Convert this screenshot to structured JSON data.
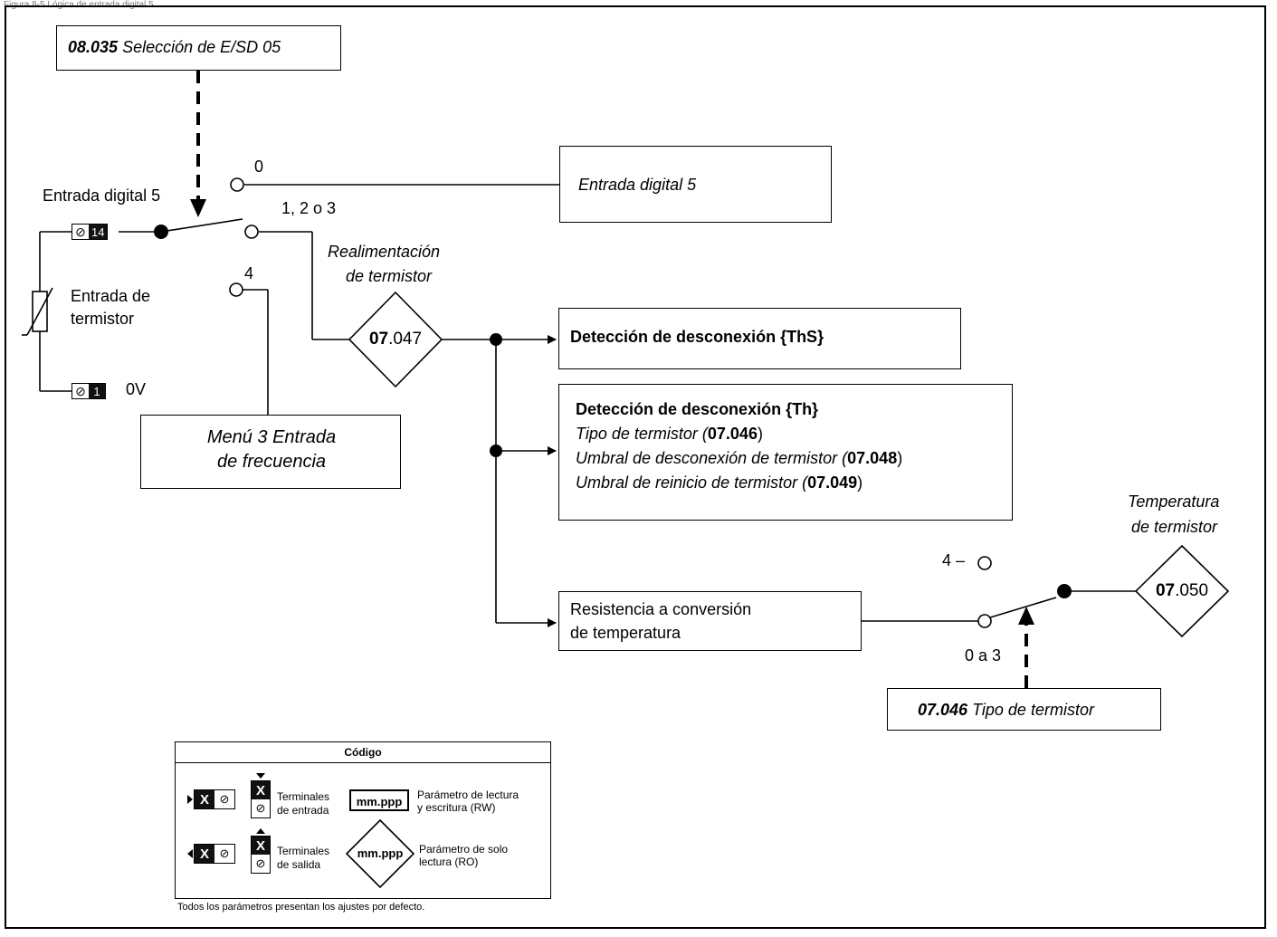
{
  "header_fragment": "Figura 8-5 Lógica de entrada digital 5",
  "select_box": {
    "code": "08.035",
    "text": " Selección de E/SD 05"
  },
  "switch_labels": {
    "pos0": "0",
    "pos123": "1, 2 o 3",
    "pos4": "4"
  },
  "digital_input_label": "Entrada digital 5",
  "digital_input_box": "Entrada digital 5",
  "terminal_14": "14",
  "terminal_1": "1",
  "zero_v": "0V",
  "thermistor_input": [
    "Entrada de",
    "termistor"
  ],
  "menu3_box": [
    "Menú 3 Entrada",
    "de frecuencia"
  ],
  "feedback_label": [
    "Realimentación",
    "de termistor"
  ],
  "param_0747": {
    "a": "07",
    "b": ".047"
  },
  "trip_ths": "Detección de desconexión {ThS}",
  "trip_th": {
    "title": "Detección de desconexión {Th}",
    "l1_text": "Tipo de termistor (",
    "l1_a": "07",
    "l1_b": ".046",
    "l1_end": ")",
    "l2_text": "Umbral de desconexión de termistor (",
    "l2_a": "07",
    "l2_b": ".048",
    "l2_end": ")",
    "l3_text": "Umbral de reinicio de termistor (",
    "l3_a": "07",
    "l3_b": ".049",
    "l3_end": ")"
  },
  "conversion_box": [
    "Resistencia a conversión",
    "de temperatura"
  ],
  "temp_label": [
    "Temperatura",
    "de termistor"
  ],
  "param_0750": {
    "a": "07",
    "b": ".050"
  },
  "switch2_labels": {
    "pos4": "4 –",
    "pos03": "0 a 3"
  },
  "type_box": {
    "code": "07.046",
    "text": " Tipo de termistor"
  },
  "key": {
    "title": "Código",
    "mark": "X",
    "input_terms": [
      "Terminales",
      "de entrada"
    ],
    "output_terms": [
      "Terminales",
      "de salida"
    ],
    "param_box": "mm.ppp",
    "rw": [
      "Parámetro de lectura",
      "y escritura (RW)"
    ],
    "ro": [
      "Parámetro de solo",
      "lectura (RO)"
    ]
  },
  "footnote": "Todos los parámetros presentan los ajustes por defecto."
}
